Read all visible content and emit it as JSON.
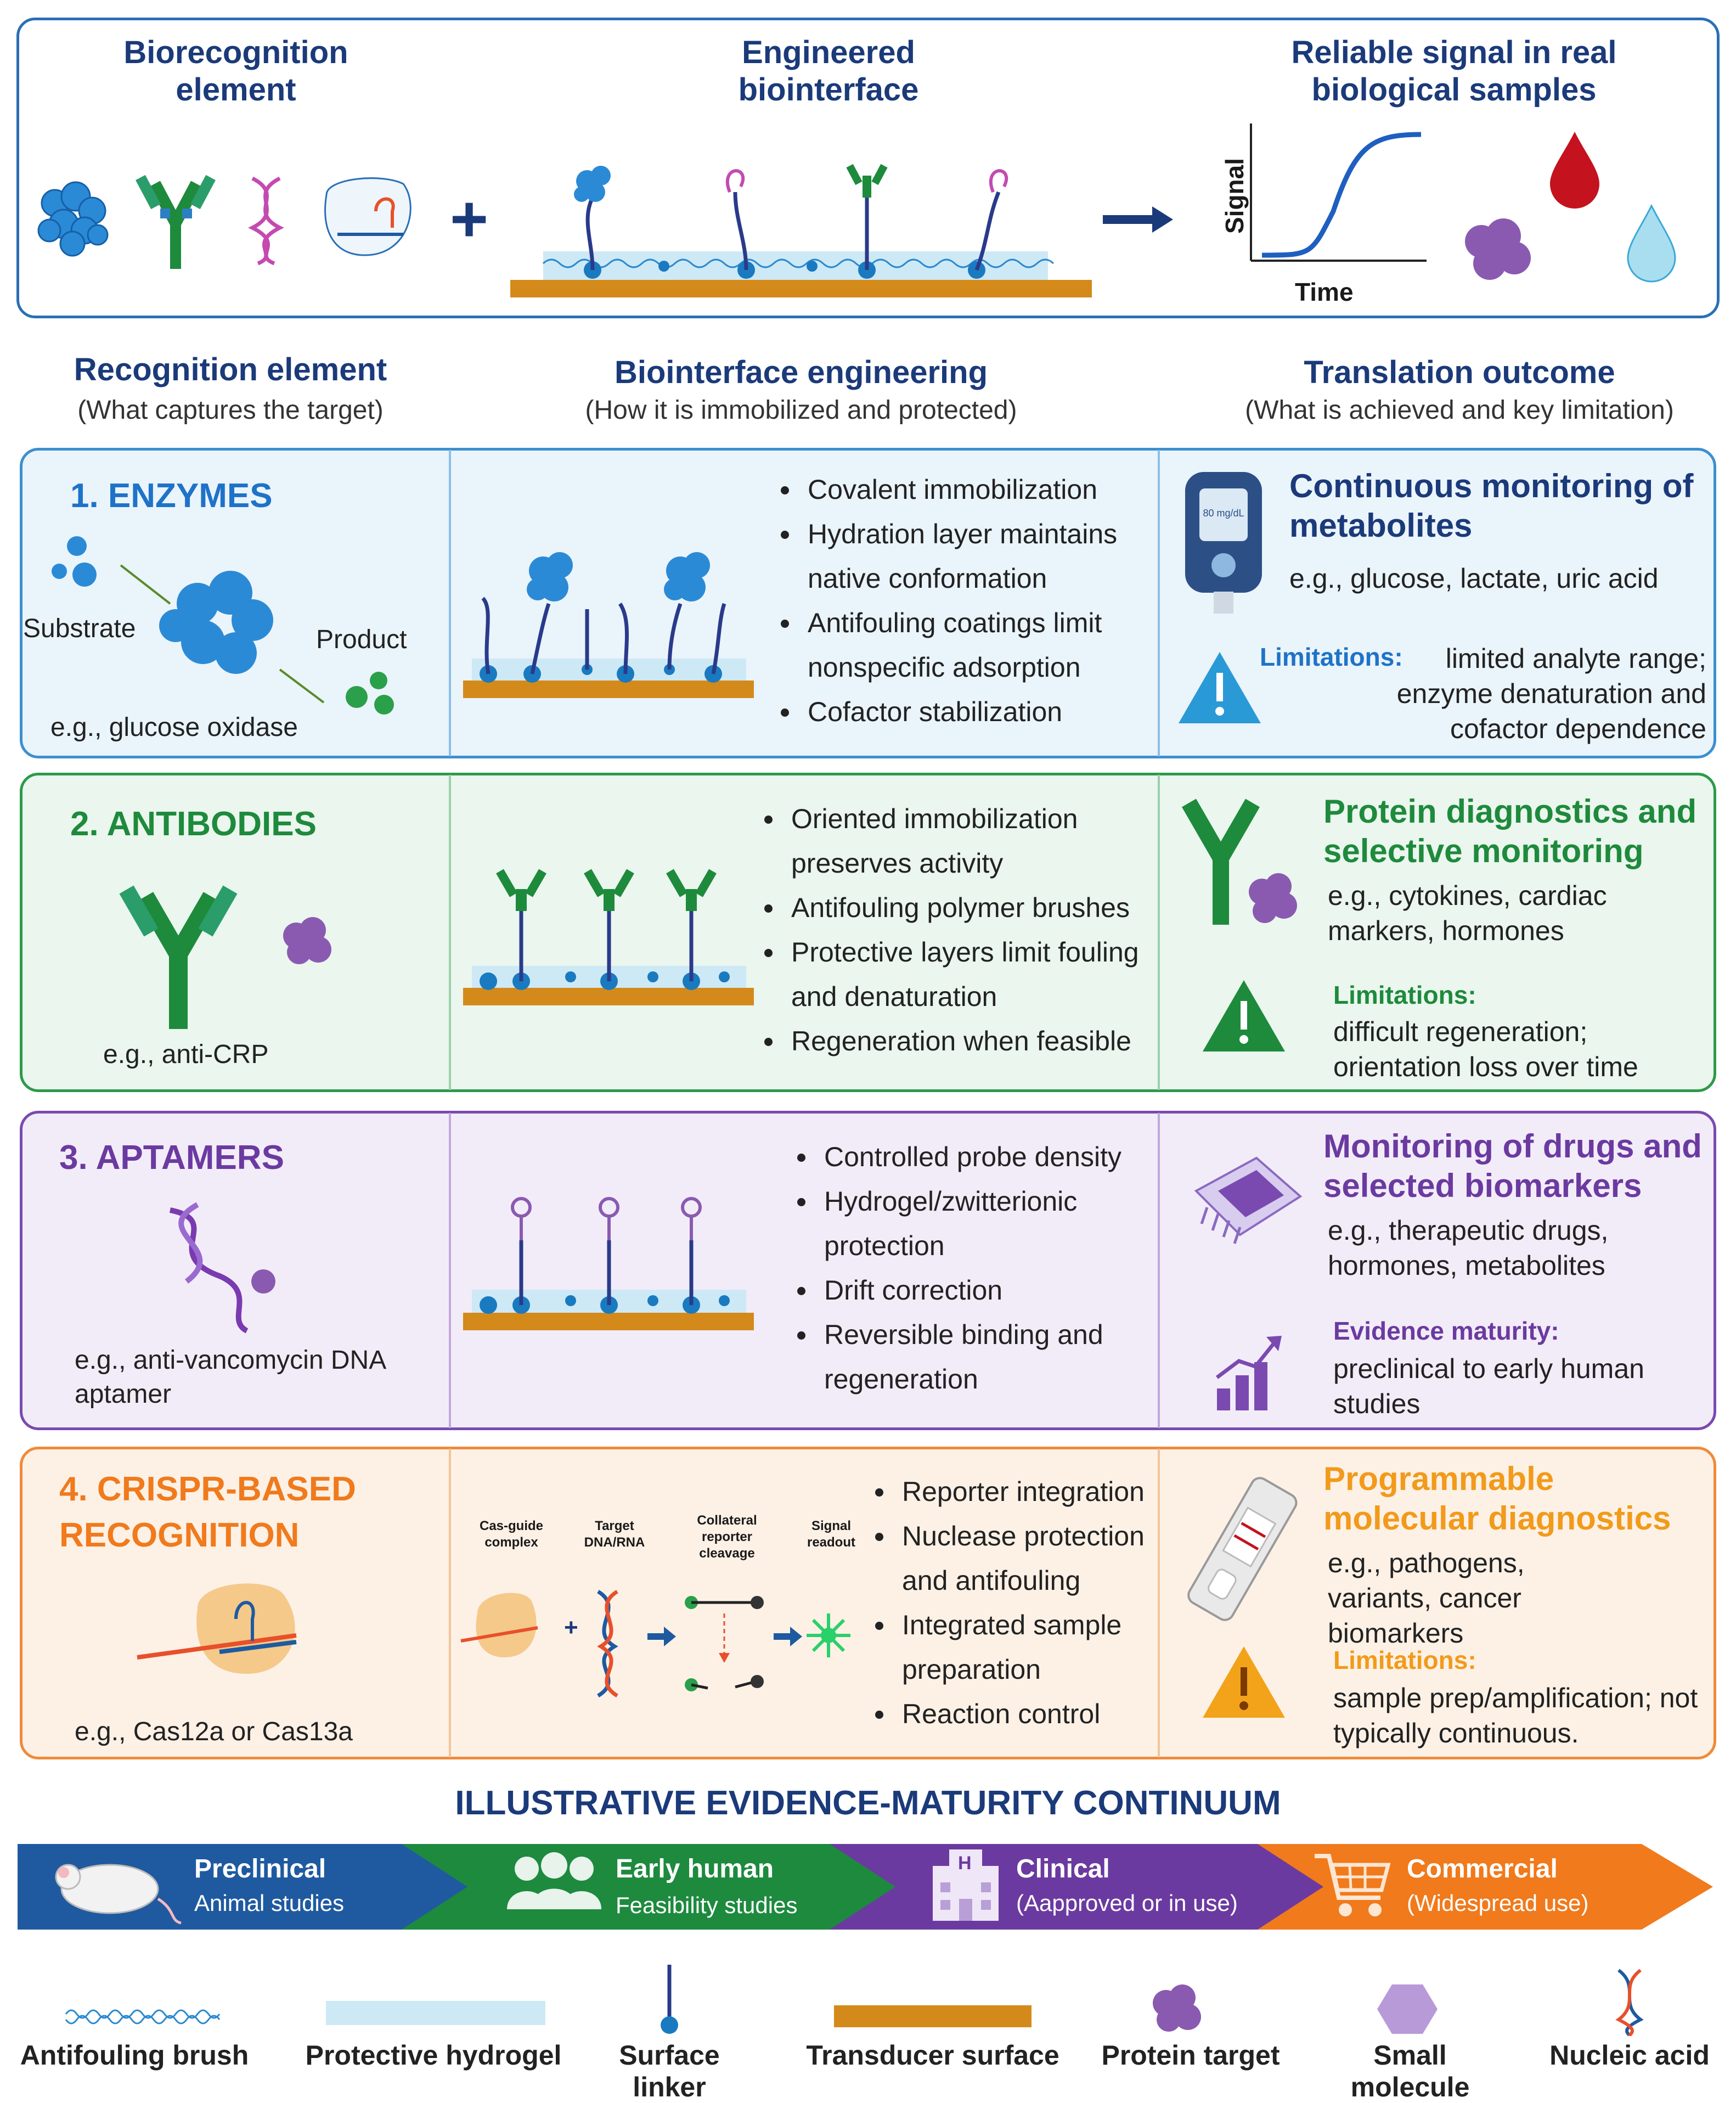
{
  "header": {
    "title_left": "Biorecognition element",
    "title_mid": "Engineered biointerface",
    "title_right": "Reliable signal in real biological samples",
    "plus": "+",
    "chart_ylabel": "Signal",
    "chart_xlabel": "Time"
  },
  "columns": [
    {
      "title": "Recognition element",
      "subtitle": "(What captures the target)"
    },
    {
      "title": "Biointerface engineering",
      "subtitle": "(How it is immobilized and protected)"
    },
    {
      "title": "Translation outcome",
      "subtitle": "(What is achieved and key limitation)"
    }
  ],
  "rows": [
    {
      "title": "1. ENZYMES",
      "label_substrate": "Substrate",
      "label_product": "Product",
      "example": "e.g., glucose oxidase",
      "bullets": [
        "Covalent immobilization",
        "Hydration layer maintains native conformation",
        "Antifouling coatings limit nonspecific adsorption",
        "Cofactor stabilization"
      ],
      "outcome_title": "Continuous monitoring of metabolites",
      "outcome_example": "e.g., glucose, lactate, uric acid",
      "meter_display": "80 mg/dL",
      "limit_label": "Limitations:",
      "limit_text": "limited analyte range; enzyme denaturation and cofactor dependence"
    },
    {
      "title": "2. ANTIBODIES",
      "example": "e.g., anti-CRP",
      "bullets": [
        "Oriented immobilization preserves activity",
        "Antifouling polymer brushes",
        "Protective layers limit fouling and denaturation",
        "Regeneration when feasible"
      ],
      "outcome_title": "Protein diagnostics and selective monitoring",
      "outcome_example": "e.g., cytokines, cardiac markers, hormones",
      "limit_label": "Limitations:",
      "limit_text": "difficult regeneration; orientation loss over time"
    },
    {
      "title": "3. APTAMERS",
      "example": "e.g., anti-vancomycin DNA aptamer",
      "bullets": [
        "Controlled probe density",
        "Hydrogel/zwitterionic protection",
        "Drift correction",
        "Reversible binding and regeneration"
      ],
      "outcome_title": "Monitoring of drugs and selected biomarkers",
      "outcome_example": "e.g., therapeutic drugs, hormones, metabolites",
      "limit_label": "Evidence maturity:",
      "limit_text": "preclinical to early human studies"
    },
    {
      "title": "4. CRISPR-BASED RECOGNITION",
      "example": "e.g., Cas12a or Cas13a",
      "steps": [
        "Cas-guide complex",
        "Target DNA/RNA",
        "Collateral reporter cleavage",
        "Signal readout"
      ],
      "bullets": [
        "Reporter integration",
        "Nuclease protection and antifouling",
        "Integrated sample preparation",
        "Reaction control"
      ],
      "outcome_title": "Programmable molecular diagnostics",
      "outcome_example": "e.g., pathogens, variants, cancer biomarkers",
      "limit_label": "Limitations:",
      "limit_text": "sample prep/amplification; not typically continuous."
    }
  ],
  "continuum": {
    "title": "ILLUSTRATIVE EVIDENCE-MATURITY CONTINUUM",
    "stages": [
      {
        "title": "Preclinical",
        "subtitle": "Animal studies",
        "icon": "mouse-icon",
        "color": "#1f5aa0"
      },
      {
        "title": "Early human",
        "subtitle": "Feasibility studies",
        "icon": "people-icon",
        "color": "#1d8a3e"
      },
      {
        "title": "Clinical",
        "subtitle": "(Aapproved or in use)",
        "icon": "hospital-icon",
        "color": "#6b3aa0"
      },
      {
        "title": "Commercial",
        "subtitle": "(Widespread use)",
        "icon": "cart-icon",
        "color": "#f07a1c"
      }
    ]
  },
  "legend": [
    "Antifouling brush",
    "Protective hydrogel",
    "Surface linker",
    "Transducer surface",
    "Protein target",
    "Small molecule",
    "Nucleic acid"
  ],
  "colors": {
    "enzyme": "#1e73c8",
    "antibody": "#1e8a3c",
    "aptamer": "#6b3aa0",
    "crispr": "#f07a1c",
    "navy": "#1b3a7a"
  }
}
